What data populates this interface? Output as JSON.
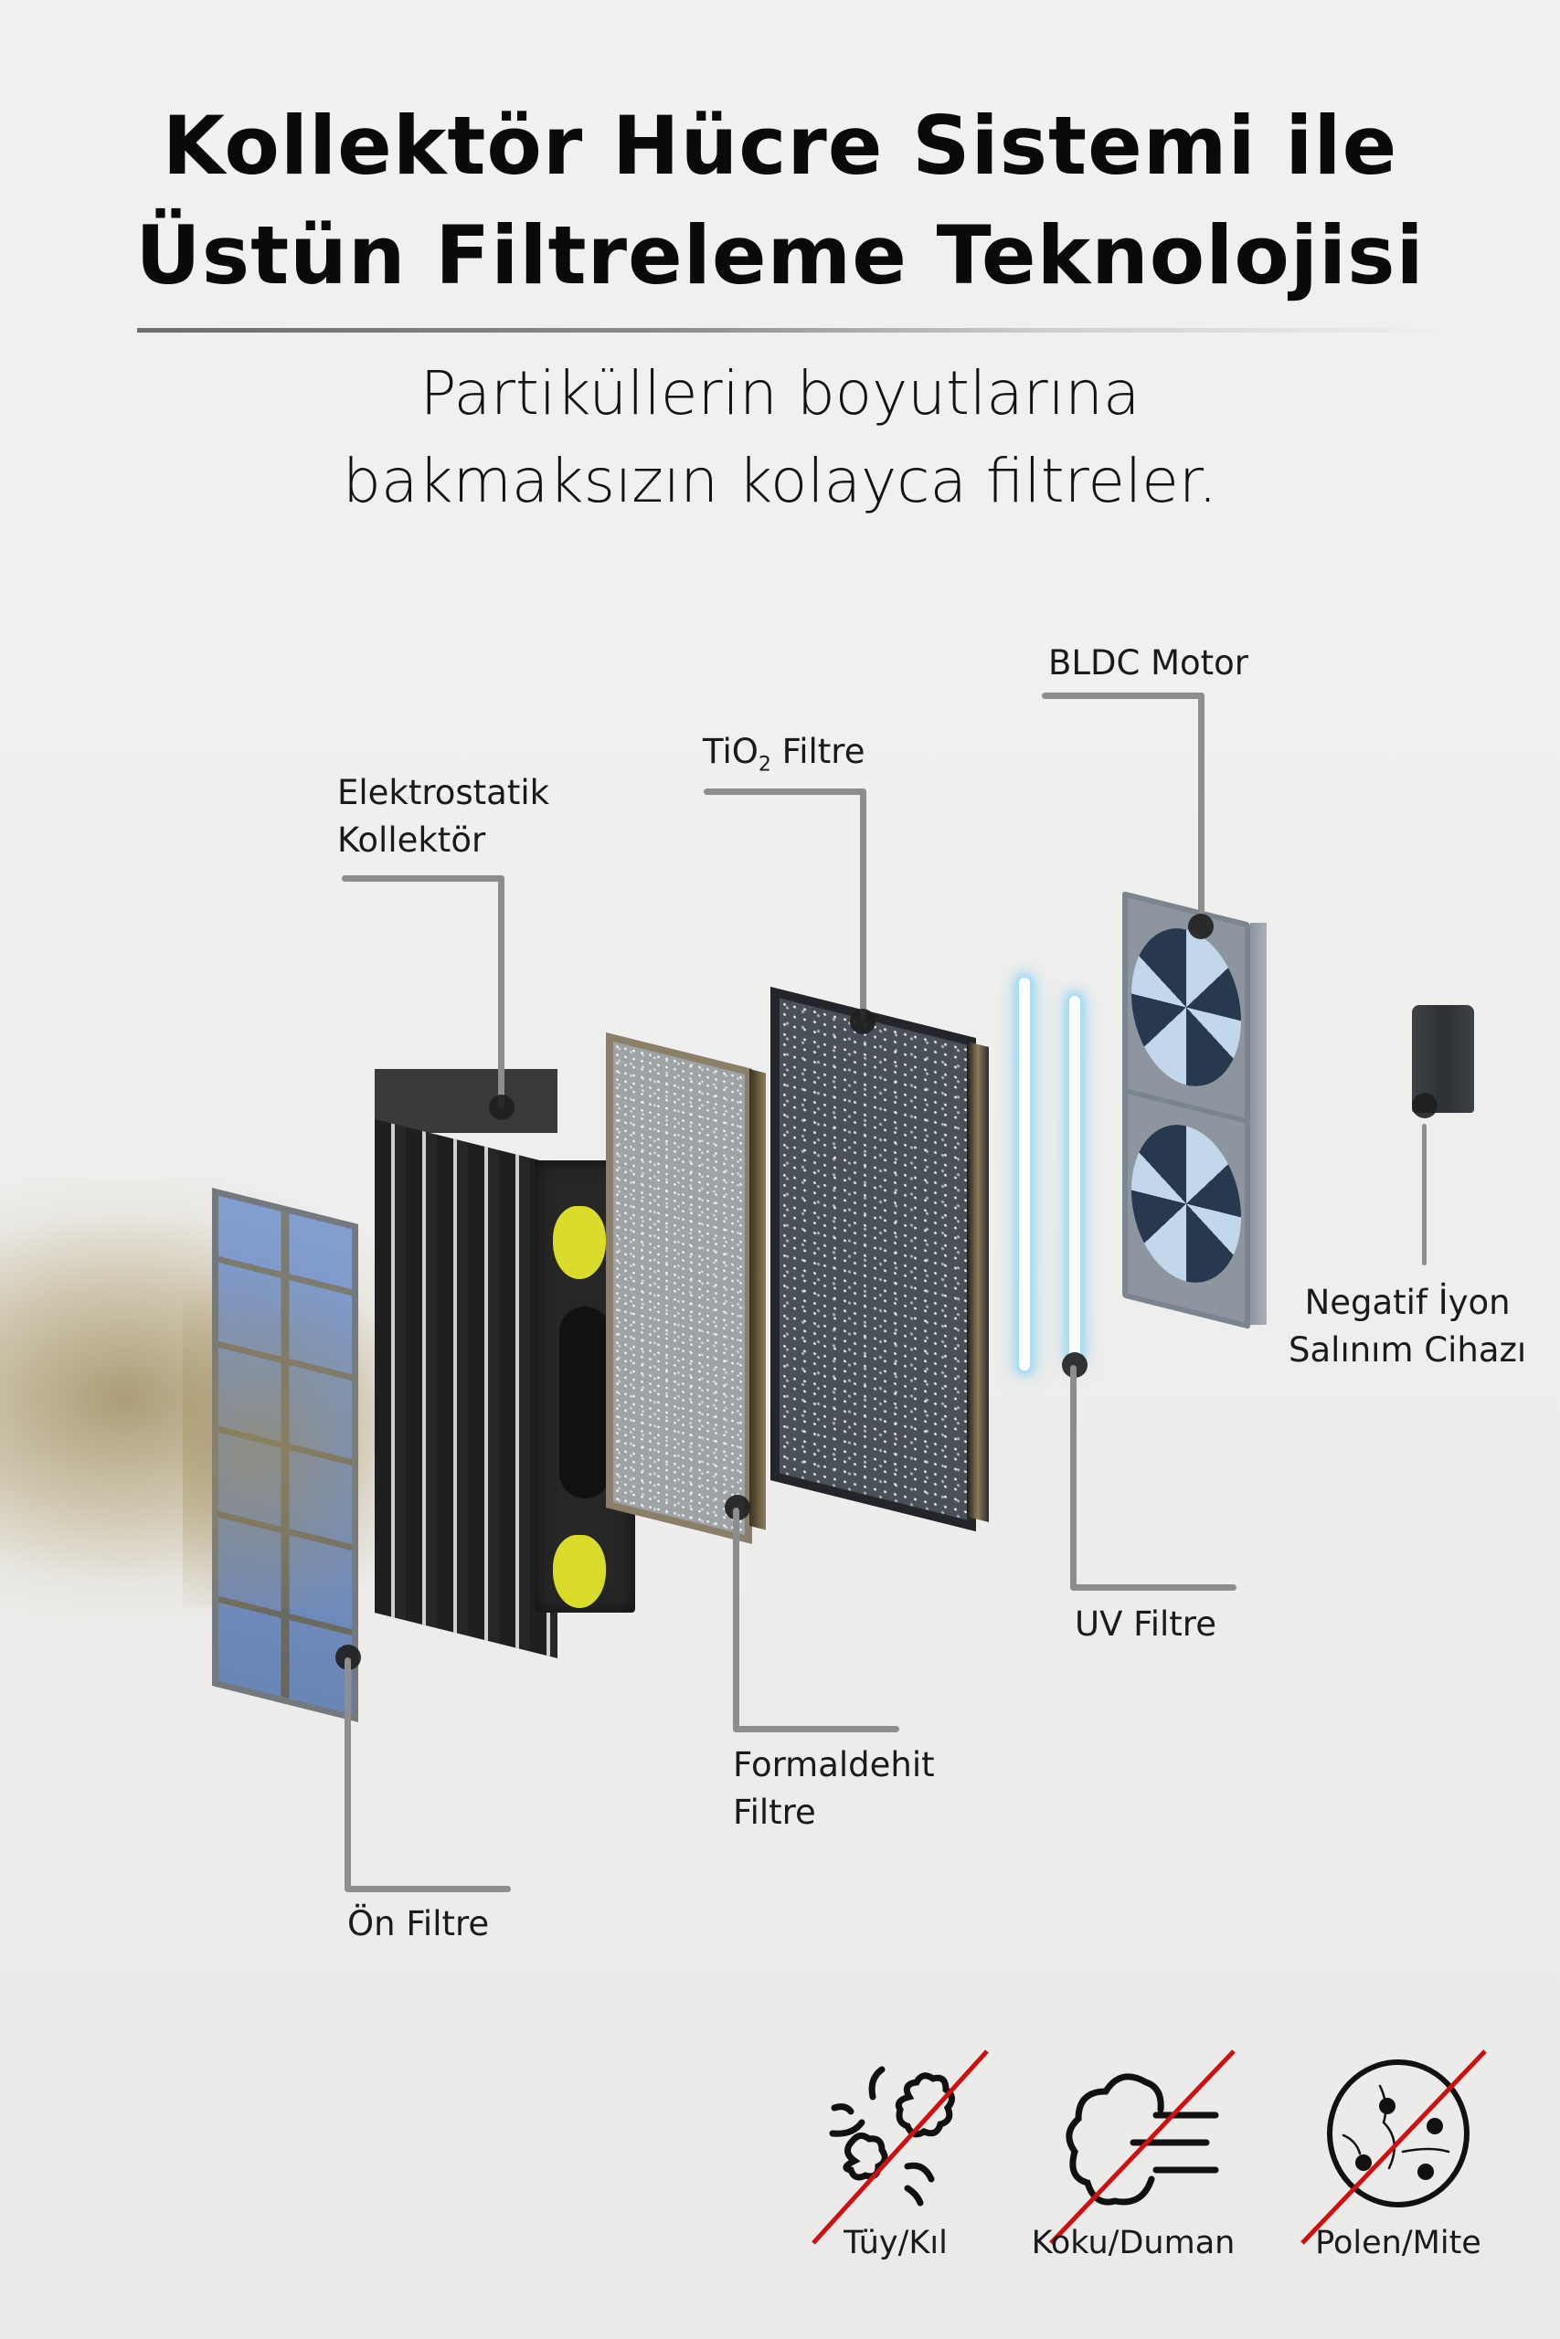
{
  "header": {
    "title_line1": "Kollektör Hücre Sistemi ile",
    "title_line2": "Üstün Filtreleme Teknolojisi",
    "subtitle_line1": "Partiküllerin boyutlarına",
    "subtitle_line2": "bakmaksızın kolayca filtreler."
  },
  "components": {
    "bldc_motor": {
      "label": "BLDC Motor"
    },
    "tio2_filter": {
      "label_prefix": "TiO",
      "label_sub": "2",
      "label_suffix": " Filtre"
    },
    "electrostatic_collector": {
      "label_line1": "Elektrostatik",
      "label_line2": "Kollektör"
    },
    "negative_ion": {
      "label_line1": "Negatif İyon",
      "label_line2": "Salınım Cihazı"
    },
    "uv_filter": {
      "label": "UV Filtre"
    },
    "formaldehyde_filter": {
      "label_line1": "Formaldehit",
      "label_line2": "Filtre"
    },
    "pre_filter": {
      "label": "Ön Filtre"
    }
  },
  "filtered_items": [
    {
      "label": "Tüy/Kıl",
      "icon": "pet-hair-icon"
    },
    {
      "label": "Koku/Duman",
      "icon": "odor-smoke-icon"
    },
    {
      "label": "Polen/Mite",
      "icon": "pollen-mite-icon"
    }
  ],
  "colors": {
    "background": "#efefee",
    "text": "#111111",
    "connector_line": "#8d8d8d",
    "strike_red": "#cc1111",
    "clip_yellow": "#d9dc2a",
    "uv_glow": "#9fdcf5"
  }
}
